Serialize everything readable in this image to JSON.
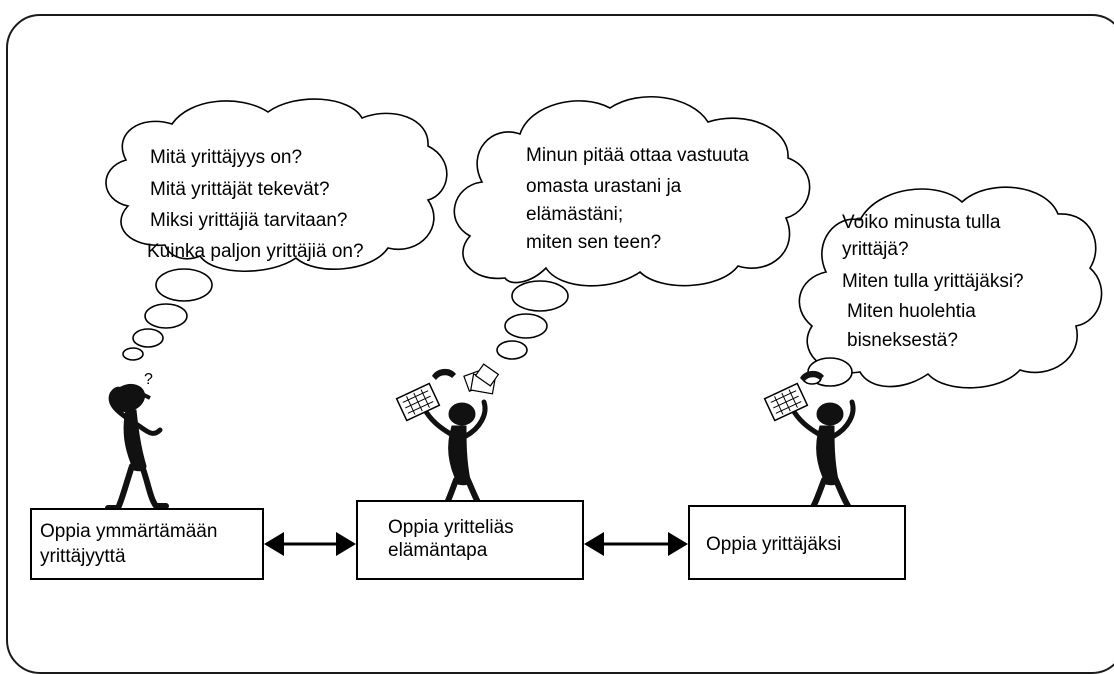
{
  "clouds": {
    "left": {
      "lines": [
        "Mitä yrittäjyys on?",
        "Mitä yrittäjät tekevät?",
        "Miksi yrittäjiä tarvitaan?",
        "Kuinka paljon yrittäjiä on?"
      ]
    },
    "middle": {
      "lines": [
        "Minun pitää ottaa vastuuta",
        "omasta urastani ja",
        "elämästäni;",
        "miten sen teen?"
      ]
    },
    "right": {
      "lines": [
        "Voiko minusta tulla",
        "yrittäjä?",
        "Miten tulla yrittäjäksi?",
        "Miten huolehtia",
        "bisneksestä?"
      ]
    }
  },
  "figures": {
    "left_question_mark": "?"
  },
  "boxes": [
    {
      "lines": [
        "Oppia ymmärtämään",
        "yrittäjyyttä"
      ]
    },
    {
      "lines": [
        "Oppia yritteliäs",
        "elämäntapa"
      ]
    },
    {
      "lines": [
        "Oppia yrittäjäksi"
      ]
    }
  ],
  "colors": {
    "stroke": "#000000",
    "figure": "#111111",
    "background": "#ffffff"
  }
}
